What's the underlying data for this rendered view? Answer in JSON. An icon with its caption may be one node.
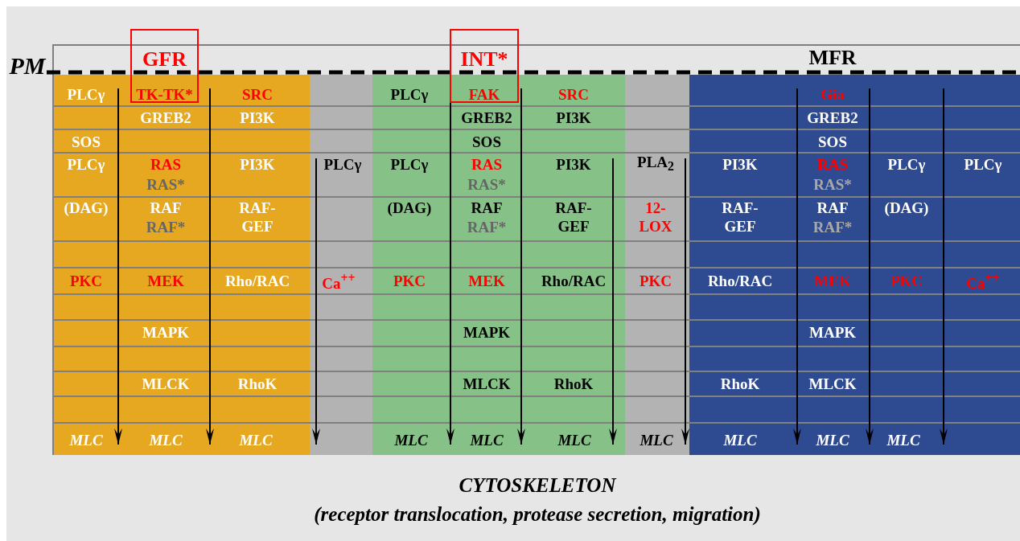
{
  "diagram": {
    "nodes": [
      {
        "text": [
          "GFR",
          "TK-TK*"
        ]
      },
      {
        "text": [
          "INT*",
          "FAK"
        ]
      }
    ],
    "labels": [
      "PM",
      "MFR",
      "PLCγ",
      "SRC",
      "PLCγ",
      "SRC",
      "Gia",
      "GREB2",
      "PI3K",
      "GREB2",
      "PI3K",
      "GREB2",
      "SOS",
      "SOS",
      "SOS",
      "PLCγ",
      "RAS",
      "RAS*",
      "PI3K",
      "PLCγ",
      "PLCγ",
      "RAS",
      "RAS*",
      "PI3K",
      "PLA$_{2}$",
      "PI3K",
      "RAS",
      "RAS*",
      "PLCγ",
      "PLCγ",
      "(DAG)",
      "RAF",
      "RAF*",
      "RAF- GEF",
      "(DAG)",
      "RAF",
      "RAF*",
      "RAF- GEF",
      "12- LOX",
      "RAF- GEF",
      "RAF",
      "RAF*",
      "(DAG)",
      "PKC",
      "MEK",
      "Rho/RAC",
      "Ca$^{++}$",
      "PKC",
      "MEK",
      "Rho/RAC",
      "PKC",
      "Rho/RAC",
      "MEK",
      "PKC",
      "Ca$^{++}$",
      "MAPK",
      "MAPK",
      "MAPK",
      "MLCK",
      "RhoK",
      "MLCK",
      "RhoK",
      "RhoK",
      "MLCK",
      "MLC",
      "MLC",
      "MLC",
      "MLC",
      "MLC",
      "MLC",
      "MLC",
      "MLC",
      "MLC",
      "MLC",
      "CYTOSKELETON",
      "(receptor translocation, protease secretion, migration)"
    ]
  }
}
